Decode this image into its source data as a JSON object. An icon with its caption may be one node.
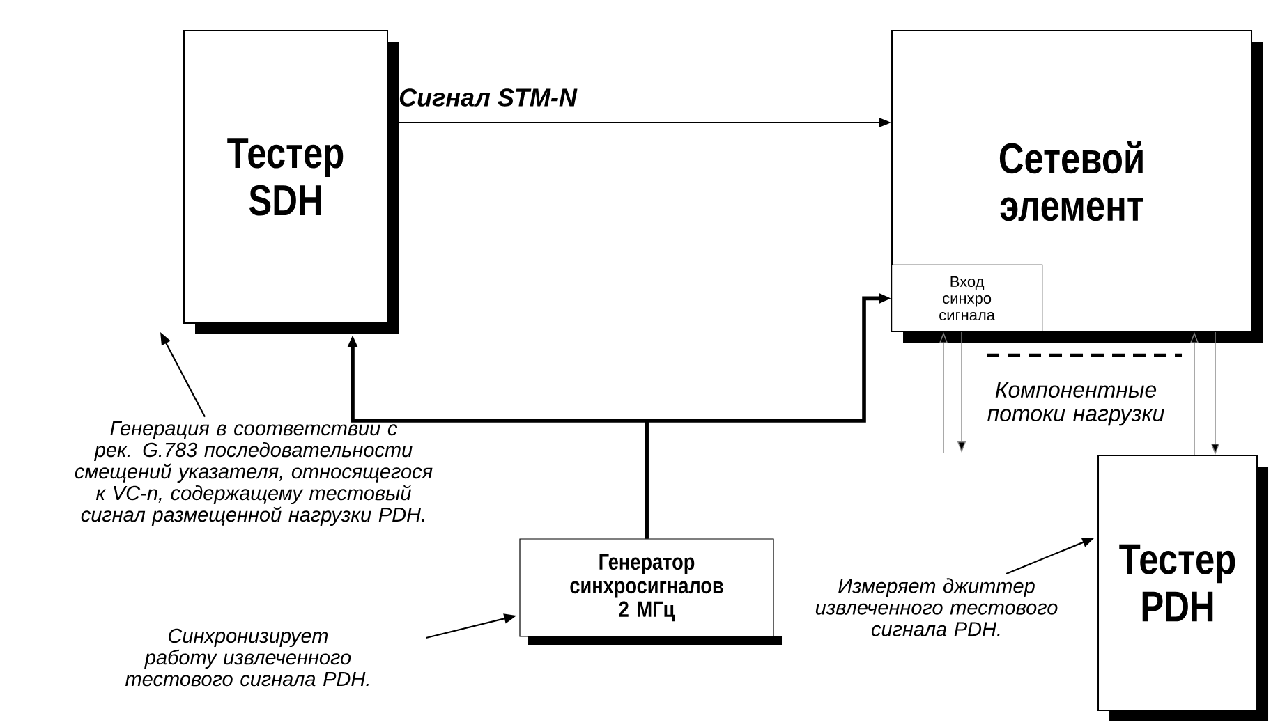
{
  "diagram": {
    "nodes": [
      {
        "text": [
          "Тестер SDH"
        ]
      },
      {
        "text": [
          "Сетевой элемент"
        ]
      },
      {
        "text": [
          "Вход синхро сигнала"
        ],
        "in": 1
      },
      {
        "text": [
          "Генератор синхросигналов 2 МГц"
        ]
      },
      {
        "text": [
          "Тестер PDH"
        ]
      },
      {
        "text": [
          "Генерация в соответствии с рек. G.783 последовательности смещений указателя, относящегося к VC-n, содержащему тестовый сигнал размещенной нагрузки PDH."
        ]
      },
      {
        "text": [
          "Синхронизирует работу извлеченного тестового сигнала PDH."
        ]
      },
      {
        "text": [
          "Измеряет джиттер извлеченного тестового сигнала PDH."
        ]
      }
    ],
    "edges": [
      {
        "from": 0,
        "to": 1,
        "arrow": "to",
        "label": "Сигнал STM-N"
      },
      {
        "from": 3,
        "to": 0,
        "arrow": "to",
        "style": "thick"
      },
      {
        "from": 3,
        "to": 2,
        "arrow": "to",
        "style": "thick"
      },
      {
        "from": 5,
        "to": 0,
        "arrow": "to"
      },
      {
        "from": 6,
        "to": 3,
        "arrow": "to"
      },
      {
        "from": 7,
        "to": 4,
        "arrow": "to"
      },
      {
        "from": null,
        "to": 1,
        "arrow": "to",
        "color": "#888888"
      },
      {
        "from": 1,
        "to": null,
        "arrow": "to",
        "color": "#888888"
      },
      {
        "from": 4,
        "to": 1,
        "arrow": "to",
        "color": "#888888"
      },
      {
        "from": 1,
        "to": 4,
        "arrow": "to",
        "color": "#888888"
      }
    ],
    "labels": [
      "Компонентные потоки нагрузки"
    ]
  }
}
